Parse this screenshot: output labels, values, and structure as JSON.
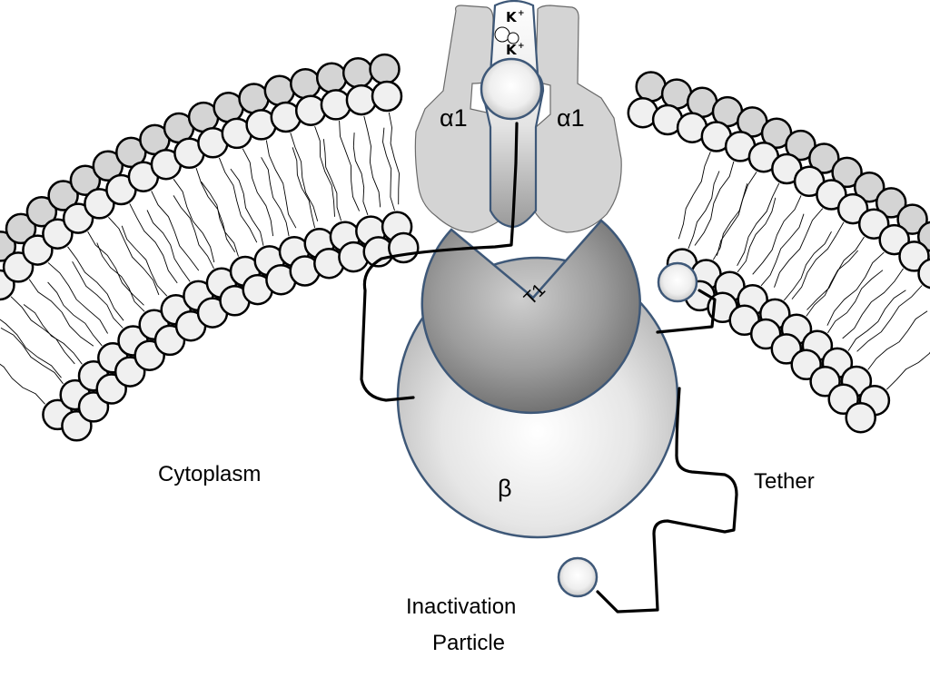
{
  "labels": {
    "alpha_left": "α1",
    "alpha_right": "α1",
    "ion_top": "K",
    "ion_top_charge": "+",
    "ion_bottom": "K",
    "ion_bottom_charge": "+",
    "t1": "T1",
    "beta": "β",
    "cytoplasm": "Cytoplasm",
    "tether": "Tether",
    "inactivation_line1": "Inactivation",
    "inactivation_line2": "Particle"
  },
  "colors": {
    "membrane_outer_head": "#d4d4d4",
    "membrane_inner_head": "#f0f0f0",
    "alpha_subunit": "#d4d4d4",
    "outline_blue": "#3e5878",
    "tether_line": "#000000"
  }
}
